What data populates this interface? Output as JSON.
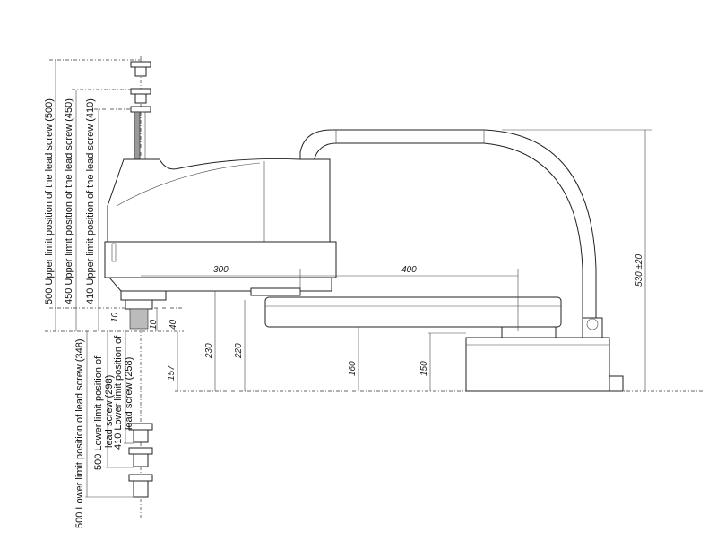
{
  "labels": {
    "upper_500": "500 Upper limit position of the lead screw (500)",
    "upper_450": "450 Upper limit position of the lead screw (450)",
    "upper_410": "410 Upper limit position of the lead screw (410)",
    "lower_500": "500 Lower limit position of lead screw (348)",
    "lower_450_l1": "500 Lower limit position of",
    "lower_450_l2": "lead screw (298)",
    "lower_410_l1": "410 Lower limit position of",
    "lower_410_l2": "lead screw (258)"
  },
  "dimensions": {
    "arm1": "300",
    "arm2": "400",
    "height_total": "530 ±20",
    "d40": "40",
    "d10a": "10",
    "d10b": "10",
    "d157": "157",
    "d230": "230",
    "d220": "220",
    "d160": "160",
    "d150": "150"
  }
}
